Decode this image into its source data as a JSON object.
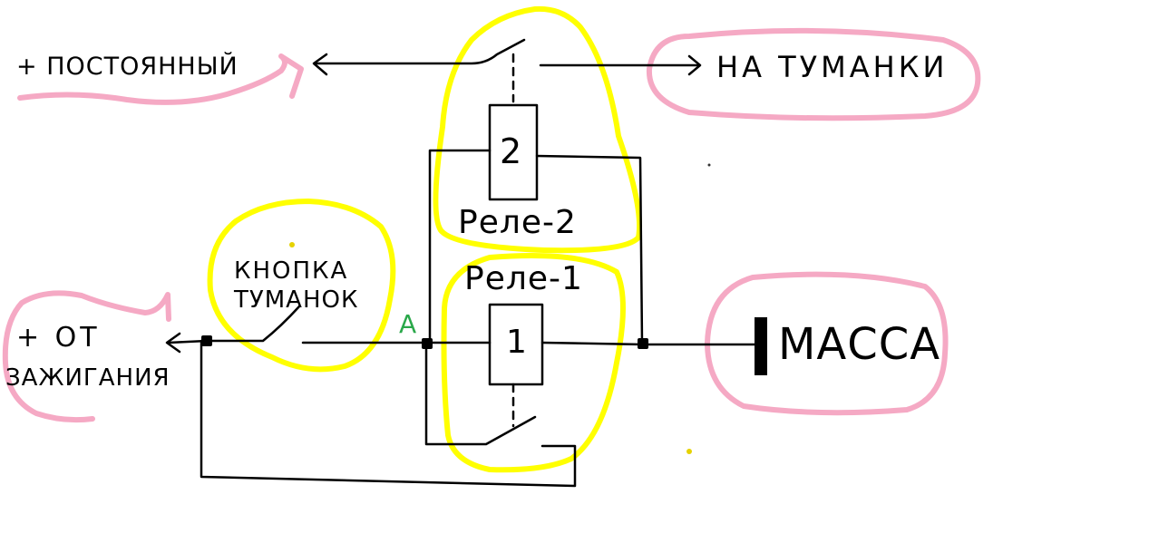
{
  "labels": {
    "constant_plus": "+ ПОСТОЯННЫЙ",
    "to_fog_lights": "НА ТУМАНКИ",
    "button_line1": "КНОПКА",
    "button_line2": "ТУМАНОК",
    "ignition_line1": "+ ОТ",
    "ignition_line2": "ЗАЖИГАНИЯ",
    "node_a": "А",
    "relay2_coil": "2",
    "relay2_name": "Реле-2",
    "relay1_name": "Реле-1",
    "relay1_coil": "1",
    "ground": "МАССА"
  },
  "colors": {
    "wire": "#000000",
    "highlight_yellow": "#ffff00",
    "highlight_pink": "#f5a9c4",
    "node_a_green": "#2aa84a"
  }
}
